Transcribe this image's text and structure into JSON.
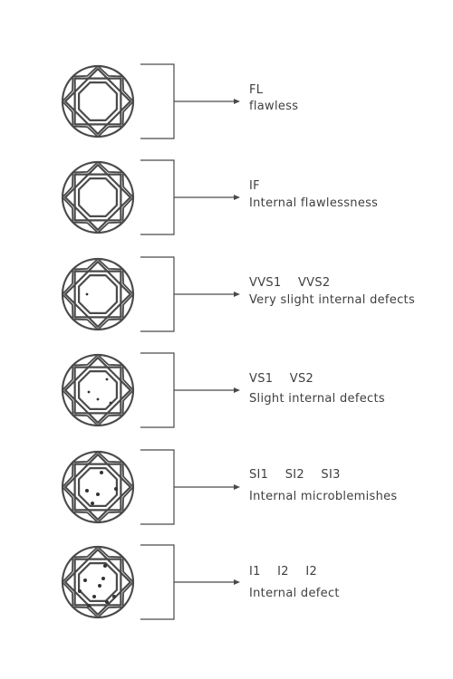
{
  "grades": [
    {
      "codes": [
        "FL"
      ],
      "description": "flawless",
      "inclusions": 0
    },
    {
      "codes": [
        "IF"
      ],
      "description": "Internal flawlessness",
      "inclusions": 0
    },
    {
      "codes": [
        "VVS1",
        "VVS2"
      ],
      "description": "Very slight internal defects",
      "inclusions": 1
    },
    {
      "codes": [
        "VS1",
        "VS2"
      ],
      "description": "Slight internal defects",
      "inclusions": 4
    },
    {
      "codes": [
        "SI1",
        "SI2",
        "SI3"
      ],
      "description": "Internal microblemishes",
      "inclusions": 5
    },
    {
      "codes": [
        "I1",
        "I2",
        "I2"
      ],
      "description": "Internal defect",
      "inclusions": 9
    }
  ],
  "colors": {
    "stroke": "#4a4a4a",
    "text": "#3f3f3f",
    "inclusion": "#333333"
  }
}
